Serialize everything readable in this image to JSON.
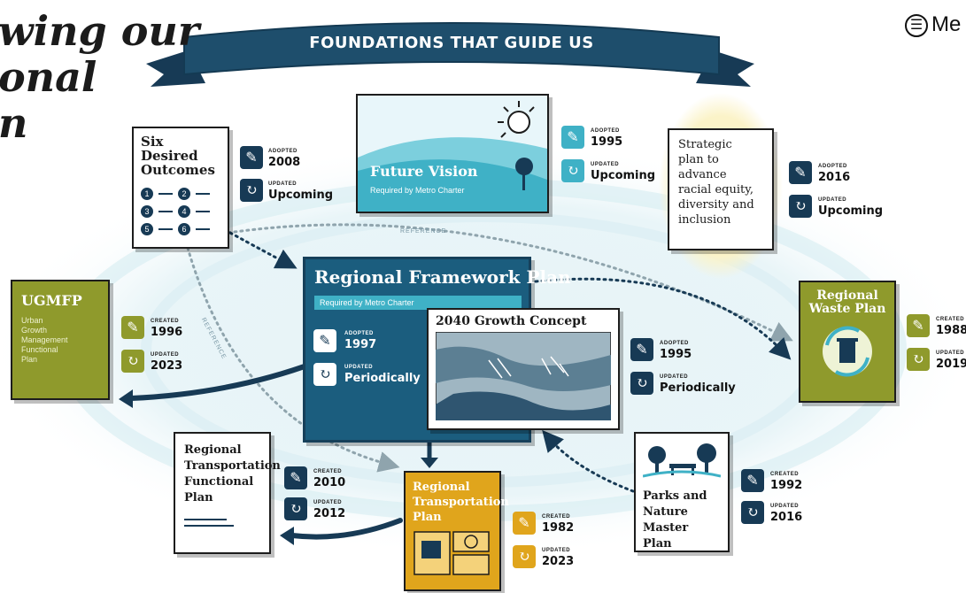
{
  "page": {
    "title_lines": [
      "wing our",
      "onal",
      "n"
    ],
    "logo_text": "Me"
  },
  "banner": {
    "text": "FOUNDATIONS THAT GUIDE US"
  },
  "reference_labels": [
    "REFERENCE",
    "REFERENCE"
  ],
  "cards": {
    "six_desired_outcomes": {
      "title": [
        "Six Desired",
        "Outcomes"
      ],
      "numbers": [
        "1",
        "2",
        "3",
        "4",
        "5",
        "6"
      ],
      "adopted_label": "ADOPTED",
      "adopted": "2008",
      "updated_label": "UPDATED",
      "updated": "Upcoming"
    },
    "future_vision": {
      "title": "Future Vision",
      "subtitle": "Required by Metro Charter",
      "adopted_label": "ADOPTED",
      "adopted": "1995",
      "updated_label": "UPDATED",
      "updated": "Upcoming"
    },
    "strategic_plan": {
      "title": [
        "Strategic",
        "plan to",
        "advance",
        "racial equity,",
        "diversity and",
        "inclusion"
      ],
      "adopted_label": "ADOPTED",
      "adopted": "2016",
      "updated_label": "UPDATED",
      "updated": "Upcoming"
    },
    "ugmfp": {
      "title": "UGMFP",
      "subtitle": [
        "Urban",
        "Growth",
        "Management",
        "Functional",
        "Plan"
      ],
      "created_label": "CREATED",
      "created": "1996",
      "updated_label": "UPDATED",
      "updated": "2023"
    },
    "regional_framework_plan": {
      "title": "Regional Framework Plan",
      "subtitle": "Required by Metro Charter",
      "adopted_label": "ADOPTED",
      "adopted": "1997",
      "updated_label": "UPDATED",
      "updated": "Periodically"
    },
    "growth_concept": {
      "title": "2040 Growth Concept",
      "adopted_label": "ADOPTED",
      "adopted": "1995",
      "updated_label": "UPDATED",
      "updated": "Periodically"
    },
    "regional_waste_plan": {
      "title": [
        "Regional",
        "Waste Plan"
      ],
      "created_label": "CREATED",
      "created": "1988",
      "updated_label": "UPDATED",
      "updated": "2019"
    },
    "rtfp": {
      "title": [
        "Regional",
        "Transportation",
        "Functional",
        "Plan"
      ],
      "created_label": "CREATED",
      "created": "2010",
      "updated_label": "UPDATED",
      "updated": "2012"
    },
    "rtp": {
      "title": [
        "Regional",
        "Transportation",
        "Plan"
      ],
      "created_label": "CREATED",
      "created": "1982",
      "updated_label": "UPDATED",
      "updated": "2023"
    },
    "parks": {
      "title": [
        "Parks and",
        "Nature",
        "Master Plan"
      ],
      "created_label": "CREATED",
      "created": "1992",
      "updated_label": "UPDATED",
      "updated": "2016"
    }
  },
  "colors": {
    "navy": "#173a55",
    "teal": "#3fb1c6",
    "olive": "#8f9a2c",
    "gold": "#e0a51c",
    "rfp_blue": "#1b5d7e"
  },
  "icons": [
    "edit-icon",
    "refresh-icon",
    "sun-icon",
    "tree-icon",
    "trash-recycle-icon",
    "park-bench-icon",
    "double-arrow-icon"
  ]
}
